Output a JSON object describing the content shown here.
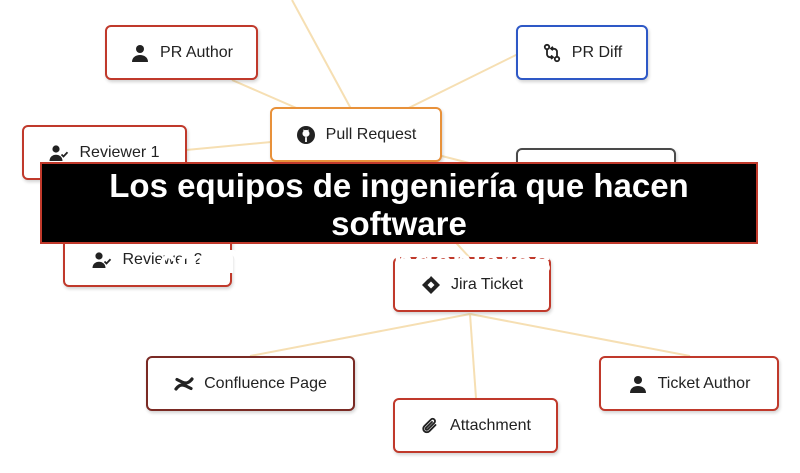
{
  "nodes": {
    "pr_author": {
      "label": "PR Author",
      "icon": "person-icon"
    },
    "pr_diff": {
      "label": "PR Diff",
      "icon": "git-compare-icon"
    },
    "pull_request": {
      "label": "Pull Request",
      "icon": "github-icon"
    },
    "reviewer_1": {
      "label": "Reviewer 1",
      "icon": "person-check-icon"
    },
    "reviewer_2": {
      "label": "Reviewer 2",
      "icon": "person-check-icon"
    },
    "jira_ticket": {
      "label": "Jira Ticket",
      "icon": "jira-icon"
    },
    "confluence_page": {
      "label": "Confluence Page",
      "icon": "confluence-icon"
    },
    "ticket_author": {
      "label": "Ticket Author",
      "icon": "person-icon"
    },
    "attachment": {
      "label": "Attachment",
      "icon": "paperclip-icon"
    }
  },
  "caption": {
    "line1": "Los equipos de ingeniería que hacen software",
    "line2": "con Neo tiene ingenieros extra"
  },
  "colors": {
    "edge": "#f6dfb3",
    "node_red": "#c0392b",
    "node_orange": "#e8913a",
    "node_blue": "#2e58c6",
    "node_dark": "#4a4a4a",
    "node_brown": "#7a2a24"
  }
}
